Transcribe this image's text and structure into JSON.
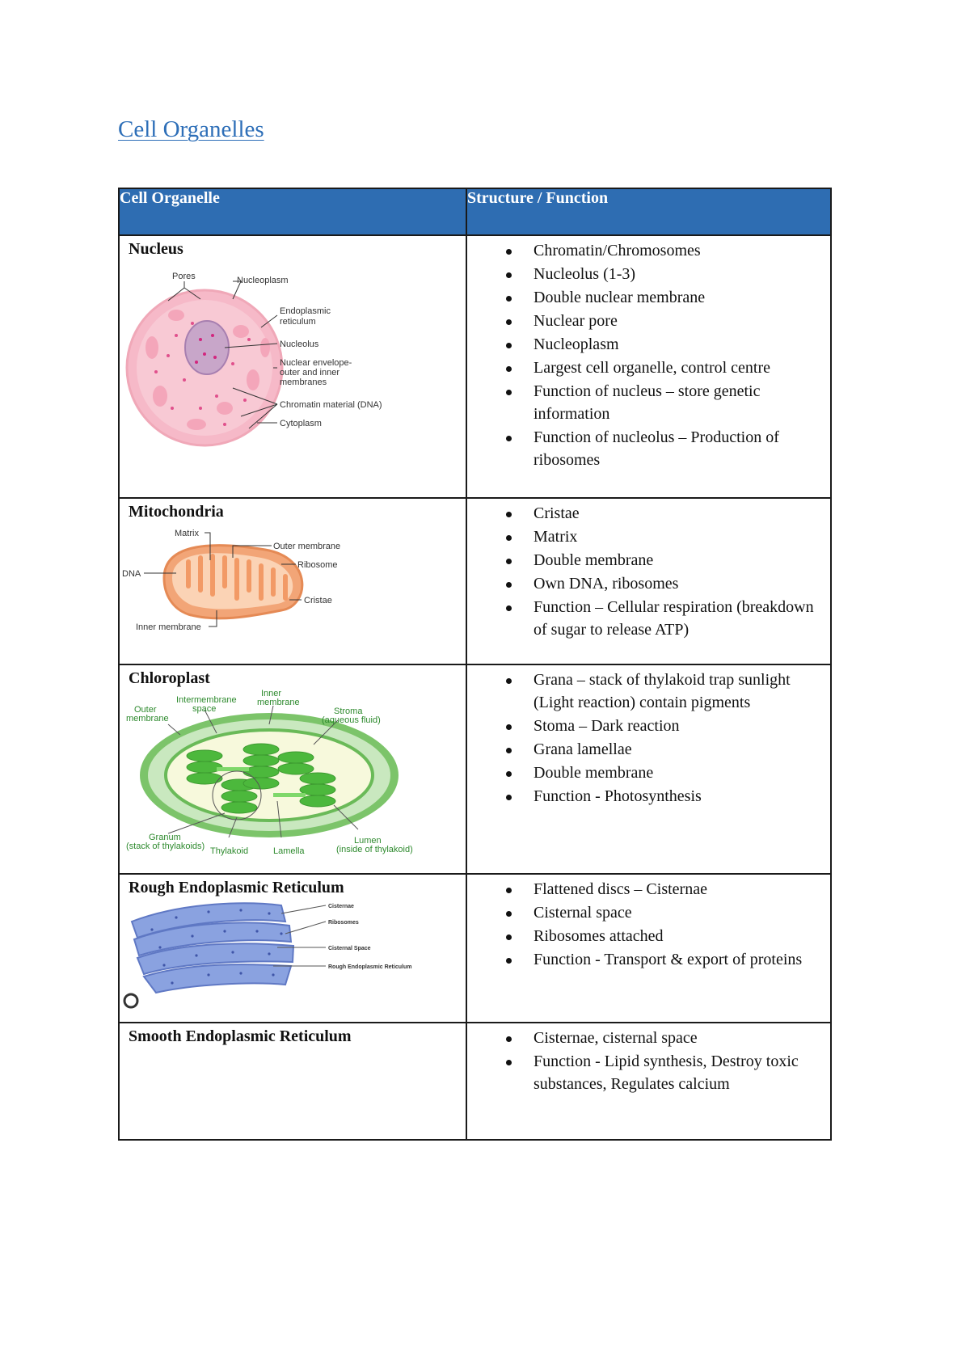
{
  "title": "Cell Organelles",
  "table": {
    "headers": [
      "Cell Organelle",
      "Structure / Function"
    ],
    "rows": [
      {
        "name": "Nucleus",
        "items": [
          "Chromatin/Chromosomes",
          "Nucleolus (1-3)",
          "Double nuclear membrane",
          "Nuclear pore",
          "Nucleoplasm",
          "Largest cell organelle, control centre",
          "Function of nucleus – store genetic information",
          "Function of nucleolus – Production of ribosomes"
        ],
        "diagram_labels": [
          "Pores",
          "Nucleoplasm",
          "Endoplasmic",
          "reticulum",
          "Nucleolus",
          "Nuclear envelope-",
          "outer and inner",
          "membranes",
          "Chromatin material (DNA)",
          "Cytoplasm"
        ]
      },
      {
        "name": "Mitochondria",
        "items": [
          "Cristae",
          "Matrix",
          "Double membrane",
          "Own DNA, ribosomes",
          "Function – Cellular respiration (breakdown of sugar to release ATP)"
        ],
        "diagram_labels": [
          "Matrix",
          "Outer membrane",
          "Ribosome",
          "DNA",
          "Cristae",
          "Inner membrane"
        ]
      },
      {
        "name": "Chloroplast",
        "items": [
          "Grana – stack of thylakoid trap sunlight (Light reaction) contain pigments",
          "Stoma – Dark reaction",
          "Grana lamellae",
          "Double membrane",
          "Function - Photosynthesis"
        ],
        "diagram_labels": [
          "Intermembrane",
          "space",
          "Inner",
          "membrane",
          "Outer",
          "membrane",
          "Stroma",
          "(aqueous fluid)",
          "Granum",
          "(stack of thylakoids)",
          "Thylakoid",
          "Lamella",
          "Lumen",
          "(inside of thylakoid)"
        ]
      },
      {
        "name": "Rough Endoplasmic Reticulum",
        "items": [
          "Flattened discs – Cisternae",
          "Cisternal space",
          "Ribosomes attached",
          "Function - Transport & export of proteins"
        ],
        "diagram_labels": [
          "Cisternae",
          "Ribosomes",
          "Cisternal Space",
          "Rough Endoplasmic Reticulum"
        ]
      },
      {
        "name": "Smooth Endoplasmic Reticulum",
        "items": [
          "Cisternae, cisternal space",
          "Function - Lipid synthesis, Destroy toxic substances, Regulates calcium"
        ]
      }
    ]
  },
  "colors": {
    "title": "#2e6fb8",
    "header_bg": "#2e6db2",
    "nucleus": "#f3b3c4",
    "mitochondria": "#f29a66",
    "chloroplast": "#5fbf4f",
    "rer": "#7f98d8"
  }
}
